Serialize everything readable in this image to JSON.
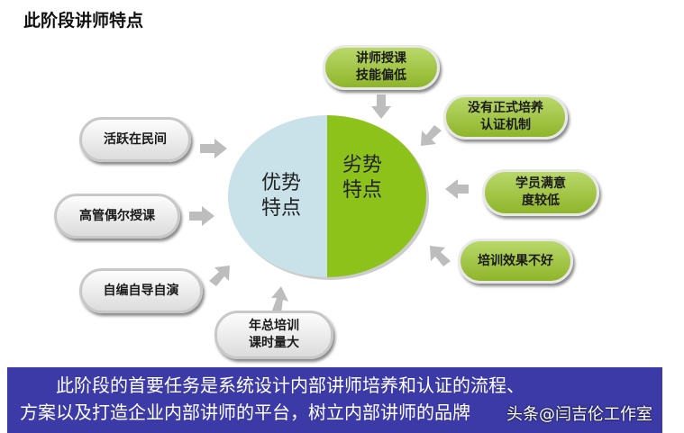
{
  "title": "此阶段讲师特点",
  "center": {
    "left": "优势特点",
    "right": "劣势特点"
  },
  "weaknesses": [
    "讲师授课技能偏低",
    "没有正式培养认证机制",
    "学员满意度较低",
    "培训效果不好"
  ],
  "weakness_lines": [
    [
      "讲师授课",
      "技能偏低"
    ],
    [
      "没有正式培养",
      "认证机制"
    ],
    [
      "学员满意",
      "度较低"
    ],
    [
      "培训效果不好"
    ]
  ],
  "strengths": [
    "活跃在民间",
    "高管偶尔授课",
    "自编自导自演",
    "年总培训课时量大"
  ],
  "strength_lines": [
    [
      "活跃在民间"
    ],
    [
      "高管偶尔授课"
    ],
    [
      "自编自导自演"
    ],
    [
      "年总培训",
      "课时量大"
    ]
  ],
  "banner": {
    "line1": "此阶段的首要任务是系统设计内部讲师培养和认证的流程、",
    "line2": "方案以及打造企业内部讲师的平台，树立内部讲师的品牌"
  },
  "watermark": "头条@闫吉伦工作室",
  "colors": {
    "banner": "#3b3aa6",
    "weak": "#8cc21a",
    "strong": "#c9e1e8"
  }
}
